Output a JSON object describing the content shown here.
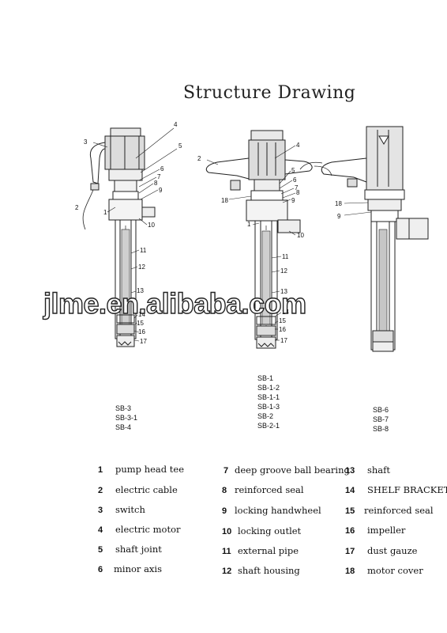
{
  "title": "Structure Drawing",
  "watermark": "jlme.en.alibaba.com",
  "models": {
    "left": [
      "SB-3",
      "SB-3-1",
      "SB-4"
    ],
    "middle": [
      "SB-1",
      "SB-1-2",
      "SB-1-1",
      "SB-1-3",
      "SB-2",
      "SB-2-1"
    ],
    "right": [
      "SB-6",
      "SB-7",
      "SB-8"
    ]
  },
  "parts": [
    {
      "num": "1",
      "name": "pump head tee"
    },
    {
      "num": "2",
      "name": "electric cable"
    },
    {
      "num": "3",
      "name": "switch"
    },
    {
      "num": "4",
      "name": "electric motor"
    },
    {
      "num": "5",
      "name": "shaft joint"
    },
    {
      "num": "6",
      "name": "minor axis"
    },
    {
      "num": "7",
      "name": "deep groove ball bearing"
    },
    {
      "num": "8",
      "name": "reinforced seal"
    },
    {
      "num": "9",
      "name": "locking handwheel"
    },
    {
      "num": "10",
      "name": "locking outlet"
    },
    {
      "num": "11",
      "name": "external pipe"
    },
    {
      "num": "12",
      "name": "shaft housing"
    },
    {
      "num": "13",
      "name": "shaft"
    },
    {
      "num": "14",
      "name": "SHELF BRACKET"
    },
    {
      "num": "15",
      "name": "reinforced seal"
    },
    {
      "num": "16",
      "name": "impeller"
    },
    {
      "num": "17",
      "name": "dust gauze"
    },
    {
      "num": "18",
      "name": "motor cover"
    }
  ],
  "callouts": {
    "left": [
      "3",
      "4",
      "5",
      "6",
      "7",
      "8",
      "9",
      "2",
      "1",
      "10",
      "11",
      "12",
      "13",
      "14",
      "15",
      "16",
      "17"
    ],
    "middle": [
      "2",
      "4",
      "5",
      "6",
      "7",
      "8",
      "9",
      "18",
      "1",
      "10",
      "11",
      "12",
      "13",
      "14",
      "15",
      "16",
      "17"
    ],
    "right": [
      "18",
      "9"
    ]
  }
}
